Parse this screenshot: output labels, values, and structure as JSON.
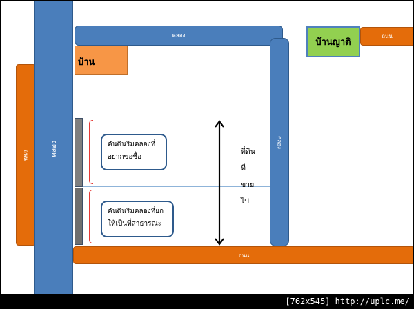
{
  "diagram": {
    "canal_top_label": "คลอง",
    "canal_left_label": "คลอง",
    "canal_right_label": "คลอง",
    "road_bottom_label": "ถนน",
    "road_left_label": "ถนน",
    "road_top_right_label": "ถนน",
    "house_label": "บ้าน",
    "relative_house_label": "บ้านญาติ",
    "upper_bank_label": [
      "คันดินริมคลองที่",
      "อยากขอซื้อ"
    ],
    "lower_bank_label": [
      "คันดินริมคลองที่ยก",
      "ให้เป็นที่สาธารณะ"
    ],
    "land_for_sale_label": [
      "ที่ดิน",
      "ที่",
      "ขาย",
      "ไป"
    ],
    "colors": {
      "canal_blue": "#4a7ebb",
      "road_orange": "#e46c0a",
      "house_orange": "#f79646",
      "relative_house_green": "#92d050",
      "bracket_red": "#e53935"
    }
  },
  "footer": {
    "watermark": "[762x545] http://uplc.me/"
  }
}
